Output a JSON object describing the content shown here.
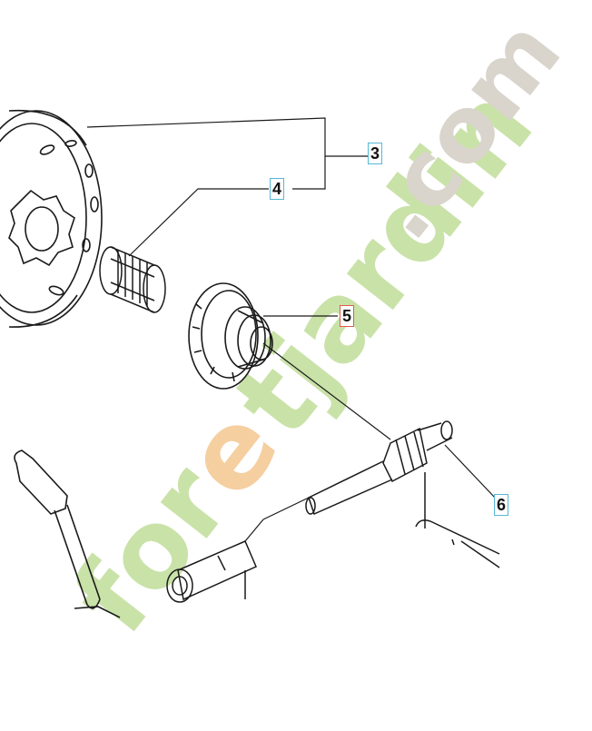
{
  "diagram": {
    "callouts": [
      {
        "id": "3",
        "label": "3",
        "border_color": "#55b8d6"
      },
      {
        "id": "4",
        "label": "4",
        "border_color": "#55b8d6"
      },
      {
        "id": "5",
        "label": "5",
        "border_color": "#e25b4a"
      },
      {
        "id": "6",
        "label": "6",
        "border_color": "#55b8d6"
      }
    ],
    "line_color": "#1a1a1a"
  },
  "watermark": {
    "text": "foretjardin.com",
    "colors": {
      "green": "#c9e2a8",
      "orange": "#f5cfa0",
      "gray": "#d9d4cc"
    }
  }
}
